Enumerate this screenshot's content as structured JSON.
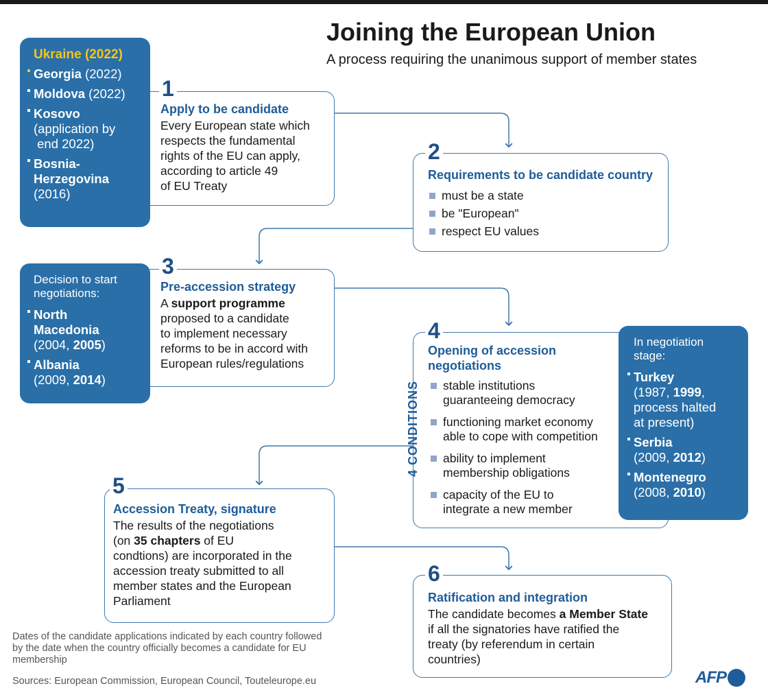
{
  "header": {
    "title": "Joining the European Union",
    "subtitle": "A process requiring the unanimous support of member states"
  },
  "steps": [
    {
      "number": "1",
      "heading": "Apply to be candidate",
      "text_lines": [
        "Every European state which",
        "respects the fundamental",
        "rights of the EU can apply,",
        "according to article 49",
        "of EU Treaty"
      ]
    },
    {
      "number": "2",
      "heading": "Requirements to be candidate country",
      "bullets": [
        "must be a state",
        "be \"European\"",
        "respect EU values"
      ]
    },
    {
      "number": "3",
      "heading": "Pre-accession strategy",
      "text_prefix": "A ",
      "text_bold": "support programme",
      "text_lines": [
        "proposed to a candidate",
        "to implement necessary",
        "reforms to be in accord with",
        "European rules/regulations"
      ]
    },
    {
      "number": "4",
      "heading_lines": [
        "Opening of accession",
        "negotiations"
      ],
      "side_label": "4 CONDITIONS",
      "bullets": [
        [
          "stable institutions",
          "guaranteeing democracy"
        ],
        [
          "functioning market economy",
          "able to cope with competition"
        ],
        [
          "ability to implement",
          "membership obligations"
        ],
        [
          "capacity of the EU to",
          "integrate a new member"
        ]
      ]
    },
    {
      "number": "5",
      "heading": "Accession Treaty, signature",
      "line1": "The results of the negotiations",
      "line2_prefix": "(on ",
      "line2_bold": "35 chapters",
      "line2_suffix": " of EU",
      "text_lines": [
        "condtions) are incorporated in the",
        "accession treaty submitted to all",
        "member states and the European",
        "Parliament"
      ]
    },
    {
      "number": "6",
      "heading": "Ratification and integration",
      "line1_prefix": "The candidate becomes ",
      "line1_bold": "a Member State",
      "text_lines": [
        "if all the signatories have ratified the",
        "treaty (by referendum in certain",
        "countries)"
      ]
    }
  ],
  "panels": {
    "candidates": {
      "highlight": "Ukraine (2022)",
      "items": [
        {
          "name": "Georgia",
          "date": " (2022)"
        },
        {
          "name": "Moldova",
          "date": " (2022)"
        },
        {
          "name": "Kosovo",
          "date_lines": [
            "(application by",
            " end 2022)"
          ]
        },
        {
          "name_lines": [
            "Bosnia-",
            "Herzegovina"
          ],
          "date": "(2016)"
        }
      ]
    },
    "negotiation_start": {
      "intro_lines": [
        "Decision to start",
        "negotiations:"
      ],
      "items": [
        {
          "name_lines": [
            "North",
            "Macedonia"
          ],
          "date_pre": "(2004, ",
          "date_bold": "2005",
          "date_post": ")"
        },
        {
          "name": "Albania",
          "date_pre": "(2009, ",
          "date_bold": "2014",
          "date_post": ")"
        }
      ]
    },
    "in_negotiation": {
      "intro_lines": [
        "In negotiation",
        "stage:"
      ],
      "items": [
        {
          "name": "Turkey",
          "date_pre": "(1987, ",
          "date_bold": "1999",
          "date_post": ",",
          "extra_lines": [
            "process halted",
            "at present)"
          ]
        },
        {
          "name": "Serbia",
          "date_pre": "(2009, ",
          "date_bold": "2012",
          "date_post": ")"
        },
        {
          "name": "Montenegro",
          "date_pre": "(2008, ",
          "date_bold": "2010",
          "date_post": ")"
        }
      ]
    }
  },
  "footer": {
    "footnote_lines": [
      "Dates of the candidate applications indicated by each country followed",
      "by the date when the country officially becomes a candidate for EU",
      "membership"
    ],
    "sources": "Sources: European Commission, European Council, Touteleurope.eu",
    "logo_text": "AFP"
  },
  "colors": {
    "panel_blue": "#2a6fa8",
    "heading_blue": "#1f5c99",
    "highlight_yellow": "#f5c518",
    "bullet_square": "#8fa6c7"
  }
}
